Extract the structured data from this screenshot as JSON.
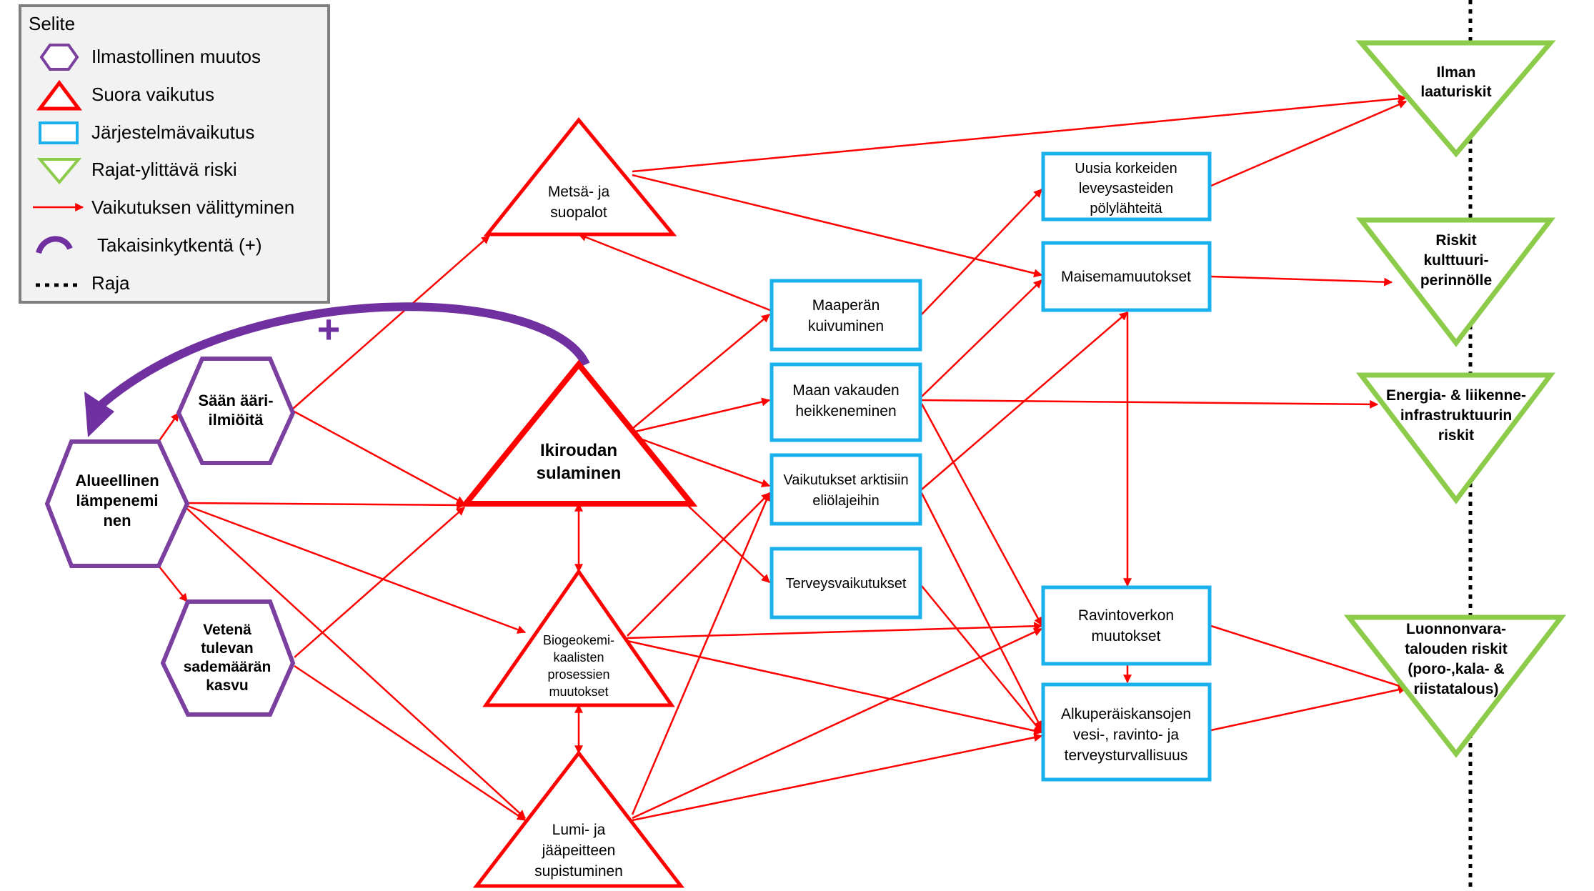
{
  "colors": {
    "climate": "#7b3fa0",
    "direct": "#ff0000",
    "system": "#1ab0ec",
    "risk": "#8ccc4a",
    "arrow": "#ff0000",
    "feedback": "#7030a0",
    "legend_border": "#7f7f7f"
  },
  "legend": {
    "title": "Selite",
    "items": [
      {
        "shape": "hexagon",
        "label": "Ilmastollinen muutos"
      },
      {
        "shape": "triangle-up",
        "label": "Suora vaikutus"
      },
      {
        "shape": "rectangle",
        "label": "Järjestelmävaikutus"
      },
      {
        "shape": "triangle-down",
        "label": "Rajat-ylittävä riski"
      },
      {
        "shape": "arrow",
        "label": "Vaikutuksen välittyminen"
      },
      {
        "shape": "feedback",
        "label": "Takaisinkytkentä (+)"
      },
      {
        "shape": "dotted",
        "label": "Raja"
      }
    ]
  },
  "feedback_symbol": "+",
  "nodes": {
    "warming": {
      "lines": [
        "Alueellinen",
        "lämpenemi",
        "nen"
      ],
      "type": "climate"
    },
    "extreme": {
      "lines": [
        "Sään ääri-",
        "ilmiöitä"
      ],
      "type": "climate"
    },
    "rain": {
      "lines": [
        "Vetenä",
        "tulevan",
        "sademäärän",
        "kasvu"
      ],
      "type": "climate"
    },
    "fires": {
      "lines": [
        "Metsä- ja",
        "suopalot"
      ],
      "type": "direct"
    },
    "permafrost": {
      "lines": [
        "Ikiroudan",
        "sulaminen"
      ],
      "type": "direct"
    },
    "biogeo": {
      "lines": [
        "Biogeokemi-",
        "kaalisten",
        "prosessien",
        "muutokset"
      ],
      "type": "direct"
    },
    "snow": {
      "lines": [
        "Lumi- ja",
        "jääpeitteen",
        "supistuminen"
      ],
      "type": "direct"
    },
    "soil_dry": {
      "lines": [
        "Maaperän",
        "kuivuminen"
      ],
      "type": "system"
    },
    "ground_stab": {
      "lines": [
        "Maan vakauden",
        "heikkeneminen"
      ],
      "type": "system"
    },
    "species": {
      "lines": [
        "Vaikutukset arktisiin",
        "eliölajeihin"
      ],
      "type": "system"
    },
    "health": {
      "lines": [
        "Terveysvaikutukset"
      ],
      "type": "system"
    },
    "dust": {
      "lines": [
        "Uusia korkeiden",
        "leveysasteiden",
        "pölylähteitä"
      ],
      "type": "system"
    },
    "landscape": {
      "lines": [
        "Maisemamuutokset"
      ],
      "type": "system"
    },
    "foodweb": {
      "lines": [
        "Ravintoverkon",
        "muutokset"
      ],
      "type": "system"
    },
    "indigenous": {
      "lines": [
        "Alkuperäiskansojen",
        "vesi-, ravinto- ja",
        "terveysturvallisuus"
      ],
      "type": "system"
    },
    "air": {
      "lines": [
        "Ilman",
        "laaturiskit"
      ],
      "type": "risk"
    },
    "heritage": {
      "lines": [
        "Riskit",
        "kulttuuri-",
        "perinnölle"
      ],
      "type": "risk"
    },
    "energy": {
      "lines": [
        "Energia- & liikenne-",
        "infrastruktuurin",
        "riskit"
      ],
      "type": "risk"
    },
    "resource": {
      "lines": [
        "Luonnonvara-",
        "talouden riskit",
        "(poro-,kala- &",
        "riistatalous)"
      ],
      "type": "risk"
    }
  }
}
